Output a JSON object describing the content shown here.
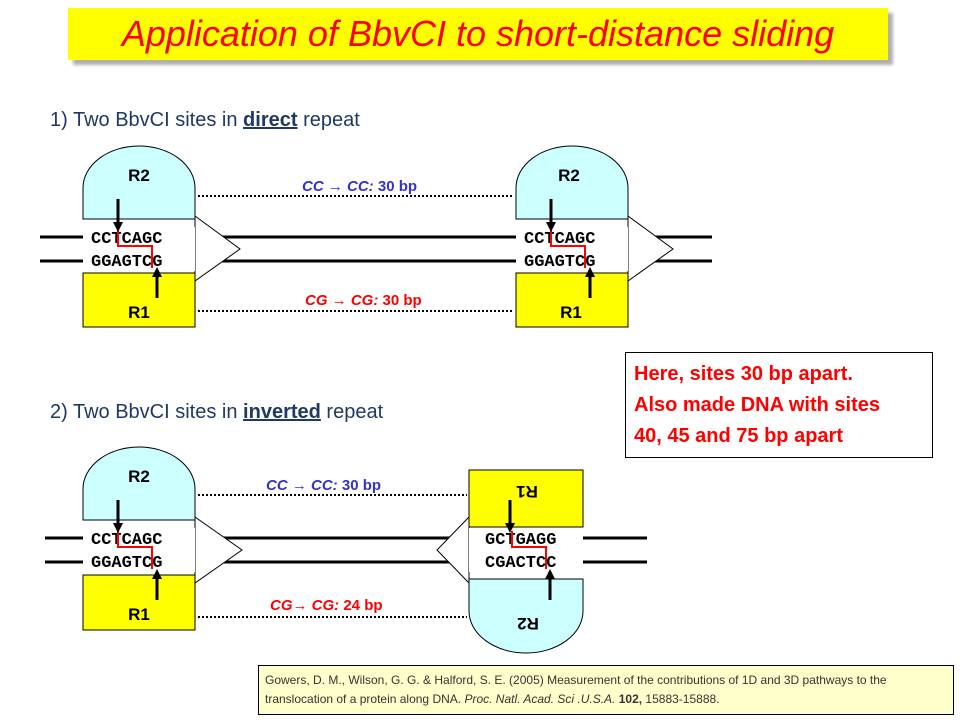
{
  "title": "Application of BbvCI to short-distance sliding",
  "section1": {
    "prefix": "1) Two BbvCI sites in ",
    "keyword": "direct",
    "suffix": " repeat"
  },
  "section2": {
    "prefix": "2) Two BbvCI sites in ",
    "keyword": "inverted",
    "suffix": " repeat"
  },
  "labels": {
    "r1": "R1",
    "r2": "R2"
  },
  "sequences": {
    "top_forward": "CCTCAGC",
    "bottom_forward": "GGAGTCG",
    "top_inverted": "GCTGAGG",
    "bottom_inverted": "CGACTCC"
  },
  "distances": {
    "d1_cc_label": "CC",
    "d1_cc_target": "CC:",
    "d1_cc_value": "30 bp",
    "d1_cg_label": "CG",
    "d1_cg_target": "CG:",
    "d1_cg_value": "30 bp",
    "d2_cc_label": "CC",
    "d2_cc_target": "CC:",
    "d2_cc_value": "30 bp",
    "d2_cg_label": "CG",
    "d2_cg_target": "CG:",
    "d2_cg_value": "24 bp",
    "arrow": "→"
  },
  "note": {
    "line1": "Here, sites 30 bp apart.",
    "line2": "Also made DNA with sites",
    "line3": "40, 45 and 75 bp apart"
  },
  "reference": {
    "part1": "Gowers, D. M., Wilson, G. G. & Halford, S. E. (2005) Measurement of the contributions of 1D and 3D pathways to the translocation of a protein along DNA. ",
    "journal": "Proc. Natl. Acad. Sci .U.S.A.",
    "volume": " 102,",
    "pages": " 15883-15888."
  },
  "colors": {
    "title_bg": "#ffff00",
    "title_text": "#ff0000",
    "r2_fill": "#ccffff",
    "r1_fill": "#ffff00",
    "cc_text": "#3333cc",
    "cg_text": "#ff0000",
    "cut_line": "#ff0000"
  }
}
